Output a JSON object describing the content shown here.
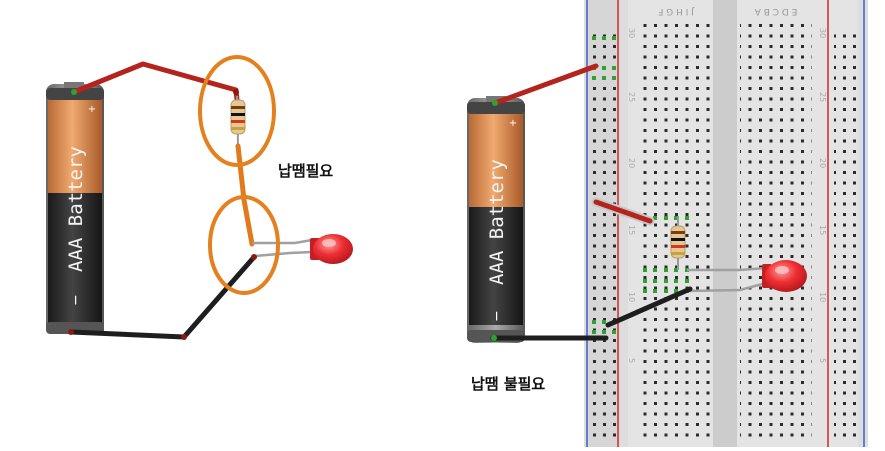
{
  "labels": {
    "solder_needed": "납땜필요",
    "no_solder_needed": "납땜 불필요"
  },
  "battery": {
    "text": "AAA Battery",
    "plus": "+",
    "minus": "−"
  },
  "breadboard": {
    "column_letters_left": "J I H G F",
    "column_letters_right": "E D C B A",
    "row_numbers": [
      "30",
      "25",
      "20",
      "15",
      "10",
      "5"
    ]
  },
  "colors": {
    "wire_red": "#b4231c",
    "wire_black": "#1e1e1e",
    "lead_orange": "#e07a1c",
    "highlight_orange": "#e5801f",
    "battery_copper": "#d8894c",
    "battery_black": "#2c2c2c",
    "led_red": "#e8262c",
    "breadboard_bg": "#dcdcdc",
    "rail_green": "#2fa12f"
  }
}
